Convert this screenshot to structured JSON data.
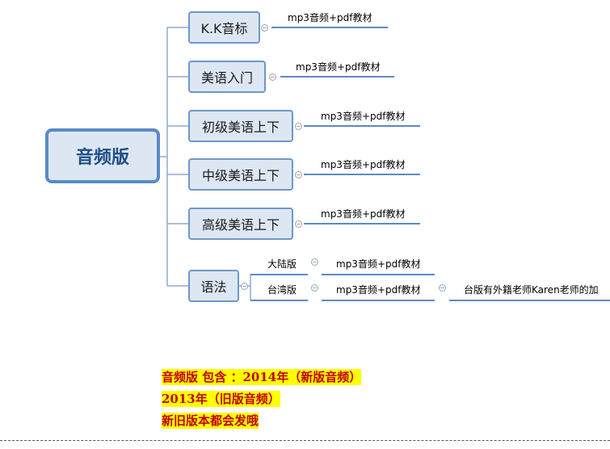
{
  "root": {
    "label": "音频版"
  },
  "branches": [
    {
      "label": "K.K音标",
      "children": [
        "mp3音频+pdf教材"
      ]
    },
    {
      "label": "美语入门",
      "children": [
        "mp3音频+pdf教材"
      ]
    },
    {
      "label": "初级美语上下",
      "children": [
        "mp3音频+pdf教材"
      ]
    },
    {
      "label": "中级美语上下",
      "children": [
        "mp3音频+pdf教材"
      ]
    },
    {
      "label": "高级美语上下",
      "children": [
        "mp3音频+pdf教材"
      ]
    },
    {
      "label": "语法",
      "children": [
        {
          "label": "大陆版",
          "child": "mp3音频+pdf教材"
        },
        {
          "label": "台湾版",
          "child": "mp3音频+pdf教材",
          "grandchild": "台版有外籍老师Karen老师的加"
        }
      ]
    }
  ],
  "notes": [
    "音频版 包含 ：2014年（新版音频）",
    "2013年（旧版音频）",
    "新旧版本都会发哦"
  ],
  "colors": {
    "node_border": "#6f97c8",
    "node_fill": "#dce7f3",
    "link": "#5b8ac6",
    "note_text": "#c00000",
    "note_highlight": "#ffff00"
  },
  "icons": {
    "collapse": "collapse-circle-icon"
  }
}
